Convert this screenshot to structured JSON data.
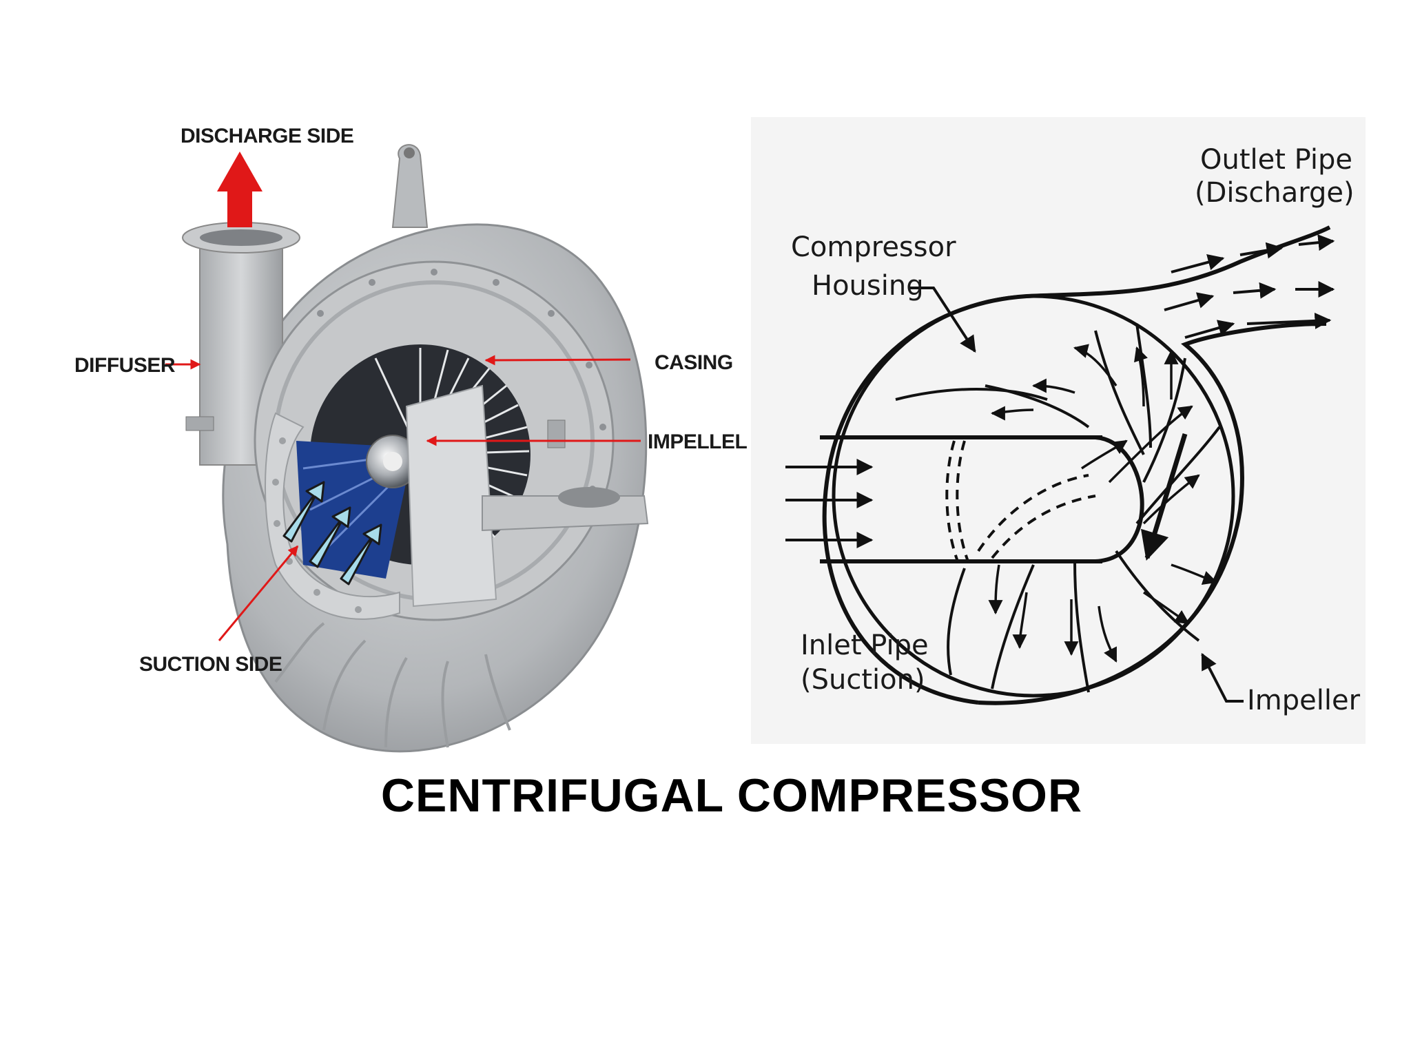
{
  "title": "CENTRIFUGAL COMPRESSOR",
  "cutaway": {
    "labels": {
      "discharge_side": "DISCHARGE SIDE",
      "diffuser": "DIFFUSER",
      "casing": "CASING",
      "impellel": "IMPELLEL",
      "suction_side": "SUCTION SIDE"
    }
  },
  "schematic": {
    "labels": {
      "outlet_line1": "Outlet Pipe",
      "outlet_line2": "(Discharge)",
      "housing_line1": "Compressor",
      "housing_line2": "Housing",
      "inlet_line1": "Inlet Pipe",
      "inlet_line2": "(Suction)",
      "impeller": "Impeller"
    }
  },
  "colors": {
    "arrow_red": "#e01818",
    "blade_blue": "#1d3f8f",
    "flow_cyan": "#a8dcea",
    "metal": "#b9bcbf",
    "schematic_bg": "#f4f4f4"
  }
}
